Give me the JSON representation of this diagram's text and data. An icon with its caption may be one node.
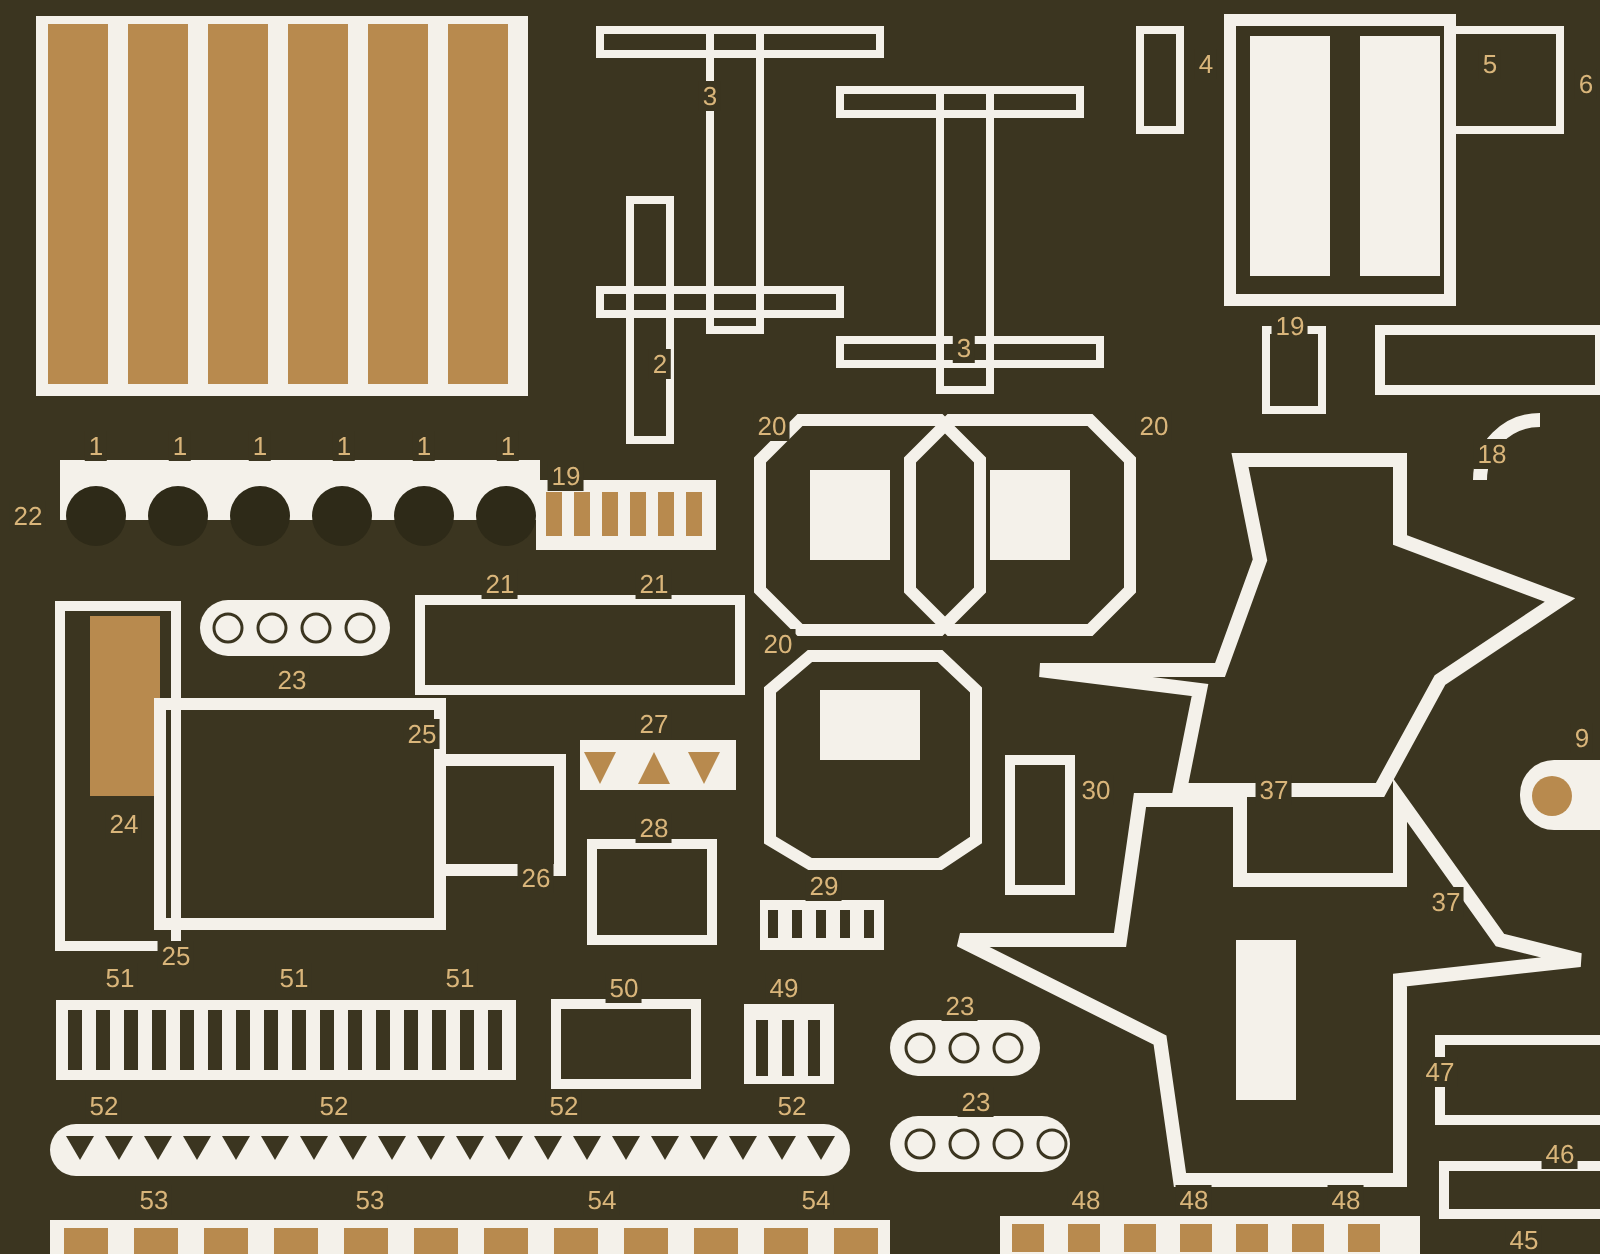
{
  "diagram": {
    "labels": [
      "4",
      "5",
      "6",
      "3",
      "19",
      "3",
      "2",
      "20",
      "20",
      "1",
      "1",
      "1",
      "1",
      "1",
      "1",
      "18",
      "19",
      "22",
      "21",
      "21",
      "20",
      "23",
      "25",
      "27",
      "9",
      "24",
      "30",
      "37",
      "28",
      "26",
      "29",
      "37",
      "25",
      "51",
      "51",
      "51",
      "50",
      "49",
      "23",
      "47",
      "52",
      "52",
      "52",
      "52",
      "23",
      "46",
      "53",
      "53",
      "54",
      "54",
      "48",
      "48",
      "48",
      "45"
    ]
  }
}
